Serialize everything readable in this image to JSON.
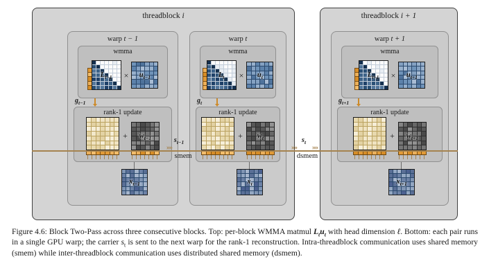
{
  "colors": {
    "page_bg": "#ffffff",
    "threadblock_fill": "#d4d4d4",
    "threadblock_border": "#3f3f3f",
    "warp_fill": "#cbcbcb",
    "inner_box_fill": "#bfbfbf",
    "bus_line": "#a5834f",
    "carrier_orange": "#e19a36",
    "matrix_navy": "#1e4068",
    "matrix_blue": "#6f93b9",
    "matrix_cream": "#efe3c2",
    "matrix_dark": "#5e5e5e",
    "text": "#1a1a1a"
  },
  "palettes": {
    "tri": [
      "#14304f",
      "#1e4068",
      "#2a5076",
      "#3c6288",
      "#54779b"
    ],
    "blue": [
      "#5d82ab",
      "#6f93b9",
      "#84a1c2",
      "#97b0cc",
      "#4f739c",
      "#a8bcd4"
    ],
    "cream": [
      "#f6eed8",
      "#efe3c2",
      "#e8d9ae",
      "#f2e8cb",
      "#e3d2a4"
    ],
    "dark": [
      "#4a4a4a",
      "#585858",
      "#676767",
      "#767676",
      "#858585",
      "#929292"
    ],
    "xblue": [
      "#5a6f96",
      "#6d82a6",
      "#8095b4",
      "#93a7c2",
      "#4c6190",
      "#a5b5cc"
    ],
    "carrier": [
      "#e19a36",
      "#ecb05a",
      "#d78d26",
      "#f3bd6b"
    ]
  },
  "figure": {
    "ops": {
      "times": "×",
      "plus": "+"
    },
    "icons": {
      "chevrons": "»»"
    },
    "threadblocks": [
      {
        "title_prefix": "threadblock ",
        "title_var": "i"
      },
      {
        "title_prefix": "threadblock ",
        "title_var": "i + 1"
      }
    ],
    "warps": [
      {
        "label_prefix": "warp ",
        "label_var": "t − 1",
        "wmma_label": "wmma",
        "rank1_label": "rank-1 update",
        "L_base": "L",
        "L_sub": "t−1",
        "u_base": "u",
        "u_sub": "t−1",
        "g_base": "g",
        "g_sub": "t−1",
        "w_base": "w",
        "w_sub": "t−1",
        "x_base": "x",
        "x_sub": "t−1"
      },
      {
        "label_prefix": "warp ",
        "label_var": "t",
        "wmma_label": "wmma",
        "rank1_label": "rank-1 update",
        "L_base": "L",
        "L_sub": "t",
        "u_base": "u",
        "u_sub": "t",
        "g_base": "g",
        "g_sub": "t",
        "w_base": "w",
        "w_sub": "t",
        "x_base": "x",
        "x_sub": "t"
      },
      {
        "label_prefix": "warp ",
        "label_var": "t + 1",
        "wmma_label": "wmma",
        "rank1_label": "rank-1 update",
        "L_base": "L",
        "L_sub": "t+1",
        "u_base": "u",
        "u_sub": "t+1",
        "g_base": "g",
        "g_sub": "t+1",
        "w_base": "w",
        "w_sub": "t+1",
        "x_base": "x",
        "x_sub": "t+1"
      }
    ],
    "links": [
      {
        "s_base": "s",
        "s_sub": "t−1",
        "mem": "smem"
      },
      {
        "s_base": "s",
        "s_sub": "t",
        "mem": "dsmem"
      }
    ]
  },
  "caption": {
    "label": "Figure 4.6: ",
    "parts": {
      "p1": "Block Two-Pass across three consecutive blocks. Top: per-block WMMA matmul ",
      "L": "L",
      "Lsub": "t",
      "u": "u",
      "usub": "t",
      "p2": " with head dimension ",
      "ell": "ℓ",
      "p3": ". Bottom: each pair runs in a single GPU warp; the carrier ",
      "s": "s",
      "ssub": "t",
      "p4": " is sent to the next warp for the rank-1 reconstruction. Intra-threadblock communication uses shared memory (smem) while inter-threadblock communication uses distributed shared memory (dsmem)."
    }
  }
}
